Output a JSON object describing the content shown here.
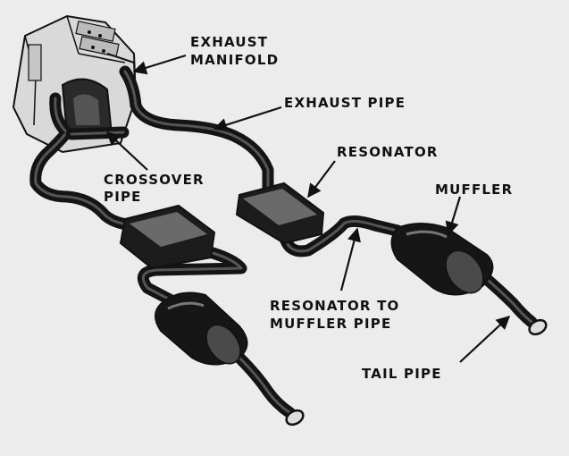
{
  "labels": {
    "exhaust_manifold_line1": "EXHAUST",
    "exhaust_manifold_line2": "MANIFOLD",
    "exhaust_pipe": "EXHAUST PIPE",
    "resonator": "RESONATOR",
    "crossover_pipe_line1": "CROSSOVER",
    "crossover_pipe_line2": "PIPE",
    "muffler": "MUFFLER",
    "resonator_to_muffler_line1": "RESONATOR TO",
    "resonator_to_muffler_line2": "MUFFLER PIPE",
    "tail_pipe": "TAIL PIPE"
  }
}
